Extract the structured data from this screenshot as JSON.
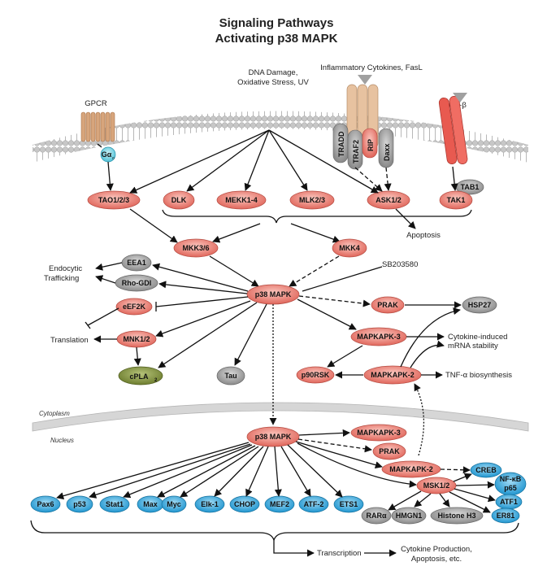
{
  "title": [
    "Signaling Pathways",
    "Activating p38 MAPK"
  ],
  "colors": {
    "kinase_red": "#e8776c",
    "kinase_light": "#f6b3a9",
    "gray_node": "#9a9a9a",
    "blue_node": "#2ea3d9",
    "olive_node": "#7b8c3a",
    "membrane": "#cfcfcf",
    "gpcr": "#d7a57c",
    "receptor_tan": "#e7c2a0",
    "tgf_receptor": "#e85a50"
  },
  "membrane_labels": {
    "cytoplasm": "Cytoplasm",
    "nucleus": "Nucleus"
  },
  "stimuli": {
    "gpcr": "GPCR",
    "galpha": "Gα",
    "galpha_sub": "o",
    "dna_damage": [
      "DNA Damage,",
      "Oxidative Stress, UV"
    ],
    "cytokines": "Inflammatory Cytokines, FasL",
    "tgfb": "TGF-β"
  },
  "receptor_adaptors": [
    "TRADD",
    "TRAF2",
    "RIP",
    "Daxx"
  ],
  "kinases": {
    "tao": "TAO1/2/3",
    "dlk": "DLK",
    "mekk14": "MEKK1-4",
    "mlk23": "MLK2/3",
    "ask12": "ASK1/2",
    "tak1": "TAK1",
    "tab1": "TAB1",
    "mkk36": "MKK3/6",
    "mkk4": "MKK4",
    "p38": "p38 MAPK",
    "p38_nuc": "p38 MAPK",
    "prak": "PRAK",
    "prak_nuc": "PRAK",
    "mapkapk3": "MAPKAPK-3",
    "mapkapk3_nuc": "MAPKAPK-3",
    "mapkapk2": "MAPKAPK-2",
    "mapkapk2_nuc": "MAPKAPK-2",
    "p90rsk": "p90RSK",
    "mnk12": "MNK1/2",
    "eef2k": "eEF2K",
    "msk12": "MSK1/2"
  },
  "cytosolic_targets": {
    "eea1": "EEA1",
    "rhogdi": "Rho-GDI",
    "tau": "Tau",
    "hsp27": "HSP27",
    "cpla2": "cPLA",
    "cpla2_sub": "2"
  },
  "labels": {
    "apoptosis": "Apoptosis",
    "sb203580": "SB203580",
    "endocytic": [
      "Endocytic",
      "Trafficking"
    ],
    "translation": "Translation",
    "cytokine_mrna": [
      "Cytokine-induced",
      "mRNA stability"
    ],
    "tnf": "TNF-α biosynthesis",
    "transcription": "Transcription",
    "outcome": [
      "Cytokine Production,",
      "Apoptosis, etc."
    ]
  },
  "transcription_factors": [
    "Pax6",
    "p53",
    "Stat1",
    "Max",
    "Myc",
    "Elk-1",
    "CHOP",
    "MEF2",
    "ATF-2",
    "ETS1"
  ],
  "msk_targets_gray": [
    "RARα",
    "HMGN1",
    "Histone H3"
  ],
  "msk_targets_blue": [
    "CREB",
    "NF-κB",
    "p65",
    "ATF1",
    "ER81"
  ]
}
